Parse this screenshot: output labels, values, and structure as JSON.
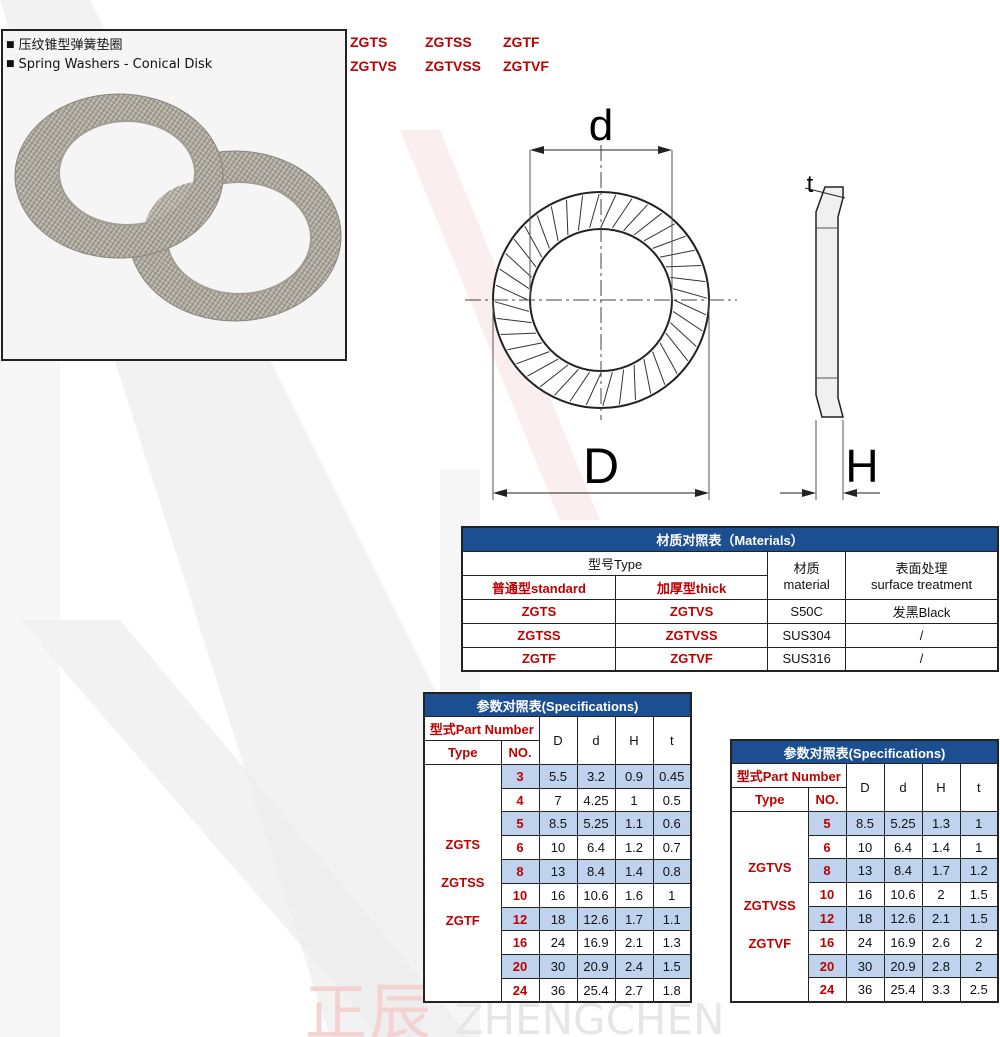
{
  "product": {
    "name_cn": "压纹锥型弹簧垫圈",
    "name_en": "Spring Washers - Conical Disk",
    "codes_row1": [
      "ZGTS",
      "ZGTSS",
      "ZGTF"
    ],
    "codes_row2": [
      "ZGTVS",
      "ZGTVSS",
      "ZGTVF"
    ]
  },
  "drawing": {
    "label_d_inner": "d",
    "label_d_outer": "D",
    "label_t": "t",
    "label_H": "H"
  },
  "materials": {
    "title": "材质对照表（Materials）",
    "type_header": "型号Type",
    "material_header_cn": "材质",
    "material_header_en": "material",
    "surface_header_cn": "表面处理",
    "surface_header_en": "surface treatment",
    "standard_header": "普通型standard",
    "thick_header": "加厚型thick",
    "rows": [
      {
        "standard": "ZGTS",
        "thick": "ZGTVS",
        "material": "S50C",
        "surface": "发黑Black"
      },
      {
        "standard": "ZGTSS",
        "thick": "ZGTVSS",
        "material": "SUS304",
        "surface": "/"
      },
      {
        "standard": "ZGTF",
        "thick": "ZGTVF",
        "material": "SUS316",
        "surface": "/"
      }
    ]
  },
  "spec_standard": {
    "title": "参数对照表(Specifications)",
    "part_number": "型式Part Number",
    "type_label": "Type",
    "no_label": "NO.",
    "columns": [
      "D",
      "d",
      "H",
      "t"
    ],
    "types": [
      "ZGTS",
      "ZGTSS",
      "ZGTF"
    ],
    "rows": [
      {
        "no": "3",
        "D": "5.5",
        "d": "3.2",
        "H": "0.9",
        "t": "0.45"
      },
      {
        "no": "4",
        "D": "7",
        "d": "4.25",
        "H": "1",
        "t": "0.5"
      },
      {
        "no": "5",
        "D": "8.5",
        "d": "5.25",
        "H": "1.1",
        "t": "0.6"
      },
      {
        "no": "6",
        "D": "10",
        "d": "6.4",
        "H": "1.2",
        "t": "0.7"
      },
      {
        "no": "8",
        "D": "13",
        "d": "8.4",
        "H": "1.4",
        "t": "0.8"
      },
      {
        "no": "10",
        "D": "16",
        "d": "10.6",
        "H": "1.6",
        "t": "1"
      },
      {
        "no": "12",
        "D": "18",
        "d": "12.6",
        "H": "1.7",
        "t": "1.1"
      },
      {
        "no": "16",
        "D": "24",
        "d": "16.9",
        "H": "2.1",
        "t": "1.3"
      },
      {
        "no": "20",
        "D": "30",
        "d": "20.9",
        "H": "2.4",
        "t": "1.5"
      },
      {
        "no": "24",
        "D": "36",
        "d": "25.4",
        "H": "2.7",
        "t": "1.8"
      }
    ]
  },
  "spec_thick": {
    "title": "参数对照表(Specifications)",
    "part_number": "型式Part Number",
    "type_label": "Type",
    "no_label": "NO.",
    "columns": [
      "D",
      "d",
      "H",
      "t"
    ],
    "types": [
      "ZGTVS",
      "ZGTVSS",
      "ZGTVF"
    ],
    "rows": [
      {
        "no": "5",
        "D": "8.5",
        "d": "5.25",
        "H": "1.3",
        "t": "1"
      },
      {
        "no": "6",
        "D": "10",
        "d": "6.4",
        "H": "1.4",
        "t": "1"
      },
      {
        "no": "8",
        "D": "13",
        "d": "8.4",
        "H": "1.7",
        "t": "1.2"
      },
      {
        "no": "10",
        "D": "16",
        "d": "10.6",
        "H": "2",
        "t": "1.5"
      },
      {
        "no": "12",
        "D": "18",
        "d": "12.6",
        "H": "2.1",
        "t": "1.5"
      },
      {
        "no": "16",
        "D": "24",
        "d": "16.9",
        "H": "2.6",
        "t": "2"
      },
      {
        "no": "20",
        "D": "30",
        "d": "20.9",
        "H": "2.8",
        "t": "2"
      },
      {
        "no": "24",
        "D": "36",
        "d": "25.4",
        "H": "3.3",
        "t": "2.5"
      }
    ]
  },
  "watermark": {
    "cn": "正辰",
    "en": "ZHENGCHEN"
  }
}
